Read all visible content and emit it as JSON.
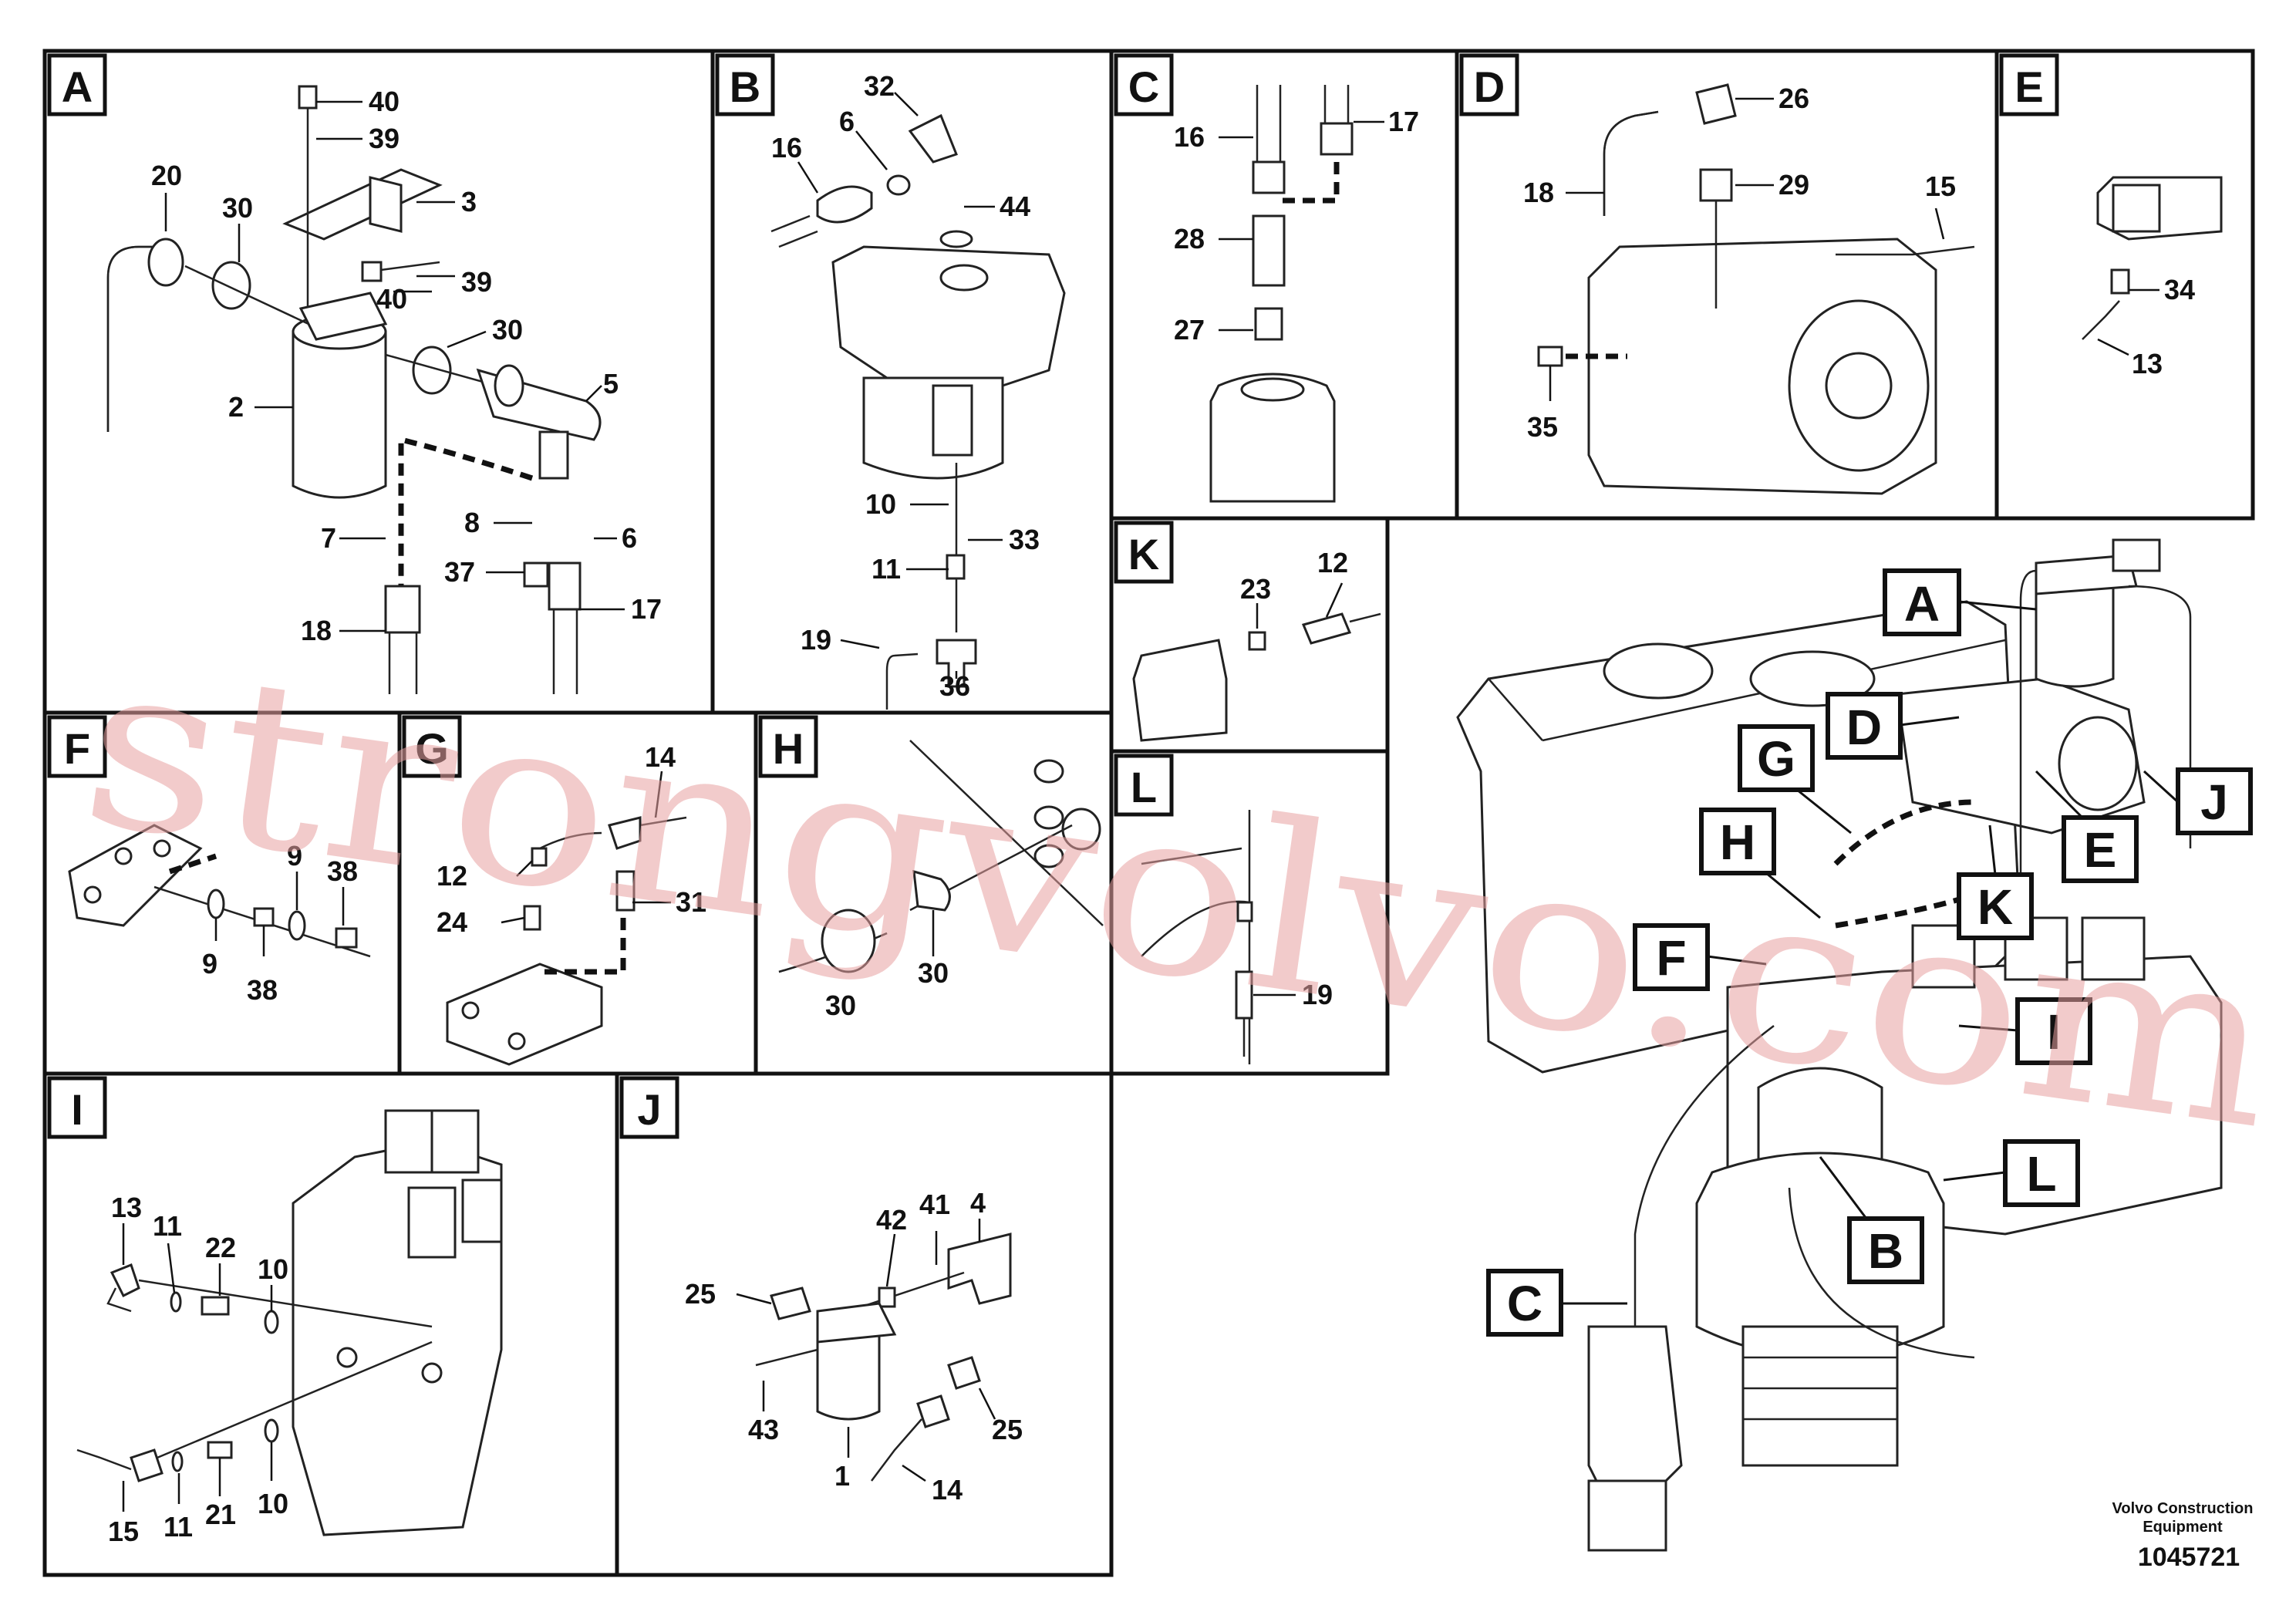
{
  "document": {
    "credit_line1": "Volvo Construction",
    "credit_line2": "Equipment",
    "doc_id": "1045721",
    "watermark": "strongvolvo.com"
  },
  "panels": {
    "A": {
      "letter": "A",
      "labels": [
        "40",
        "39",
        "3",
        "20",
        "30",
        "39",
        "40",
        "30",
        "5",
        "2",
        "7",
        "8",
        "6",
        "37",
        "17",
        "18"
      ]
    },
    "B": {
      "letter": "B",
      "labels": [
        "32",
        "6",
        "16",
        "44",
        "10",
        "33",
        "11",
        "19",
        "36"
      ]
    },
    "C": {
      "letter": "C",
      "labels": [
        "16",
        "17",
        "28",
        "27"
      ]
    },
    "D": {
      "letter": "D",
      "labels": [
        "26",
        "18",
        "29",
        "15",
        "35"
      ]
    },
    "E": {
      "letter": "E",
      "labels": [
        "34",
        "13"
      ]
    },
    "F": {
      "letter": "F",
      "labels": [
        "9",
        "38",
        "9",
        "38"
      ]
    },
    "G": {
      "letter": "G",
      "labels": [
        "14",
        "12",
        "24",
        "31"
      ]
    },
    "H": {
      "letter": "H",
      "labels": [
        "30",
        "30"
      ]
    },
    "I": {
      "letter": "I",
      "labels": [
        "13",
        "11",
        "22",
        "10",
        "15",
        "11",
        "21",
        "10"
      ]
    },
    "J": {
      "letter": "J",
      "labels": [
        "42",
        "41",
        "4",
        "25",
        "43",
        "1",
        "25",
        "14"
      ]
    },
    "K": {
      "letter": "K",
      "labels": [
        "23",
        "12"
      ]
    },
    "L": {
      "letter": "L",
      "labels": [
        "19"
      ]
    }
  },
  "overview_callouts": [
    "A",
    "D",
    "G",
    "J",
    "H",
    "E",
    "K",
    "F",
    "I",
    "L",
    "B",
    "C"
  ],
  "colors": {
    "line": "#111111",
    "watermark": "#e8a0a0",
    "background": "#ffffff"
  }
}
